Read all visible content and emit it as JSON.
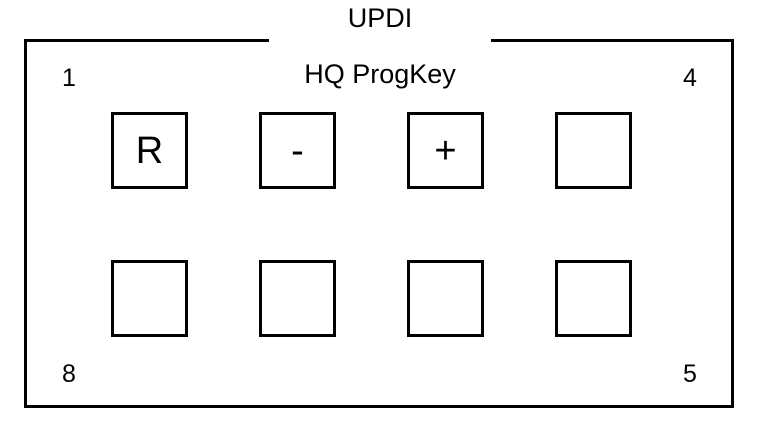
{
  "header": {
    "label": "UPDI"
  },
  "title": "HQ ProgKey",
  "pins": {
    "top_left": "1",
    "top_right": "4",
    "bottom_left": "8",
    "bottom_right": "5"
  },
  "keys": {
    "row1": [
      "R",
      "-",
      "+",
      ""
    ],
    "row2": [
      "",
      "",
      "",
      ""
    ]
  }
}
